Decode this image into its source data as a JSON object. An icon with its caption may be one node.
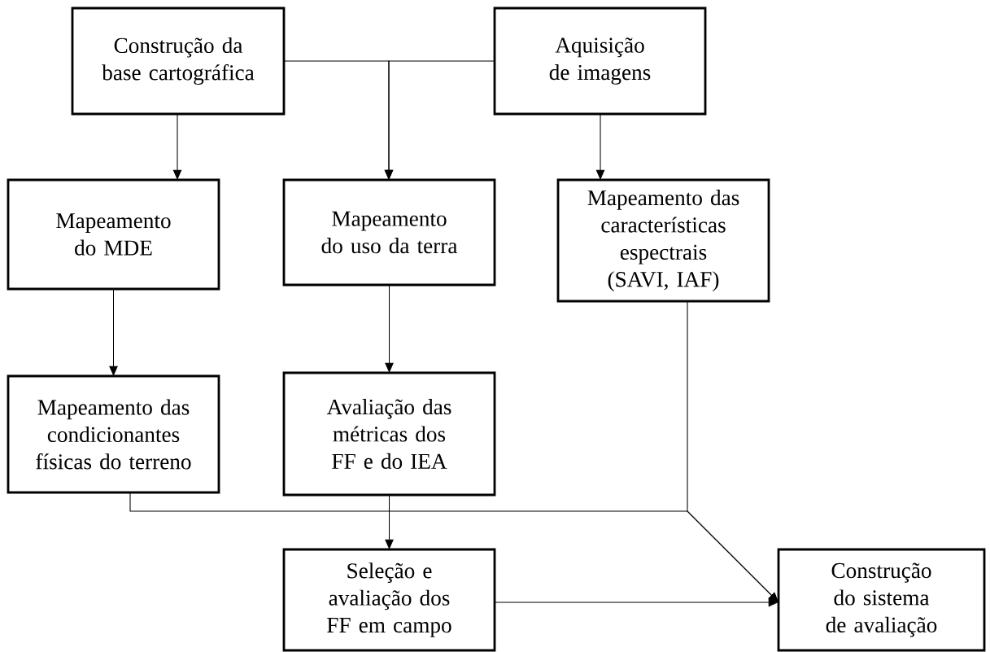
{
  "diagram": {
    "nodes": [
      {
        "text": [
          "Construção da base cartográfica"
        ]
      },
      {
        "text": [
          "Aquisição de imagens"
        ]
      },
      {
        "text": [
          "Mapeamento do MDE"
        ]
      },
      {
        "text": [
          "Mapeamento do uso da terra"
        ]
      },
      {
        "text": [
          "Mapeamento das características espectrais (SAVI, IAF)"
        ]
      },
      {
        "text": [
          "Mapeamento das condicionantes físicas do terreno"
        ]
      },
      {
        "text": [
          "Avaliação das métricas dos FF e do IEA"
        ]
      },
      {
        "text": [
          "Seleção e avaliação dos FF em campo"
        ]
      },
      {
        "text": [
          "Construção do sistema de avaliação"
        ]
      }
    ],
    "edges": [
      {
        "from": 0,
        "to": 2,
        "arrow": "to"
      },
      {
        "from": 0,
        "to": 3,
        "arrow": "to"
      },
      {
        "from": 1,
        "to": 3,
        "arrow": "to"
      },
      {
        "from": 1,
        "to": 4,
        "arrow": "to"
      },
      {
        "from": 2,
        "to": 5,
        "arrow": "to"
      },
      {
        "from": 3,
        "to": 6,
        "arrow": "to"
      },
      {
        "from": 6,
        "to": 7,
        "arrow": "to"
      },
      {
        "from": 5,
        "to": 8,
        "arrow": "to"
      },
      {
        "from": 4,
        "to": 8,
        "arrow": "to"
      },
      {
        "from": 7,
        "to": 8,
        "arrow": "to"
      }
    ]
  }
}
